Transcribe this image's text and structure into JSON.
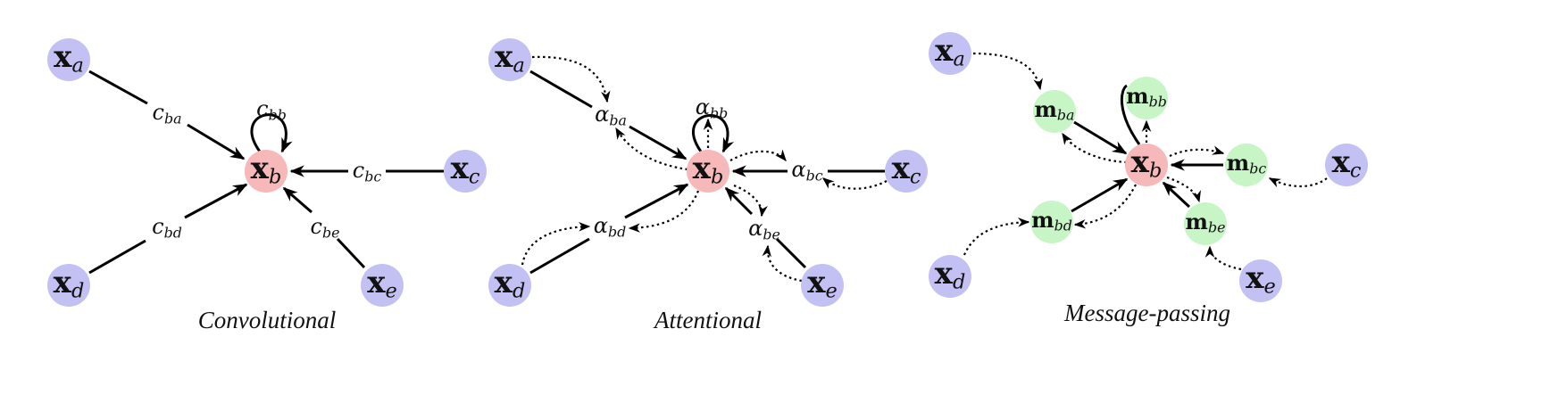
{
  "colors": {
    "input_node": "#c3c1f4",
    "center_node": "#f6b8b8",
    "message_node": "#c7f5c5"
  },
  "panels": [
    {
      "id": "convolutional",
      "caption": "Convolutional",
      "nodes": {
        "a": {
          "main": "x",
          "sub": "a"
        },
        "b": {
          "main": "x",
          "sub": "b"
        },
        "c": {
          "main": "x",
          "sub": "c"
        },
        "d": {
          "main": "x",
          "sub": "d"
        },
        "e": {
          "main": "x",
          "sub": "e"
        }
      },
      "edge_labels": {
        "ba": {
          "main": "c",
          "sub": "ba"
        },
        "bb": {
          "main": "c",
          "sub": "bb"
        },
        "bc": {
          "main": "c",
          "sub": "bc"
        },
        "bd": {
          "main": "c",
          "sub": "bd"
        },
        "be": {
          "main": "c",
          "sub": "be"
        }
      }
    },
    {
      "id": "attentional",
      "caption": "Attentional",
      "nodes": {
        "a": {
          "main": "x",
          "sub": "a"
        },
        "b": {
          "main": "x",
          "sub": "b"
        },
        "c": {
          "main": "x",
          "sub": "c"
        },
        "d": {
          "main": "x",
          "sub": "d"
        },
        "e": {
          "main": "x",
          "sub": "e"
        }
      },
      "edge_labels": {
        "ba": {
          "main": "α",
          "sub": "ba"
        },
        "bb": {
          "main": "α",
          "sub": "bb"
        },
        "bc": {
          "main": "α",
          "sub": "bc"
        },
        "bd": {
          "main": "α",
          "sub": "bd"
        },
        "be": {
          "main": "α",
          "sub": "be"
        }
      }
    },
    {
      "id": "message-passing",
      "caption": "Message-passing",
      "nodes": {
        "a": {
          "main": "x",
          "sub": "a"
        },
        "b": {
          "main": "x",
          "sub": "b"
        },
        "c": {
          "main": "x",
          "sub": "c"
        },
        "d": {
          "main": "x",
          "sub": "d"
        },
        "e": {
          "main": "x",
          "sub": "e"
        }
      },
      "messages": {
        "ba": {
          "main": "m",
          "sub": "ba"
        },
        "bb": {
          "main": "m",
          "sub": "bb"
        },
        "bc": {
          "main": "m",
          "sub": "bc"
        },
        "bd": {
          "main": "m",
          "sub": "bd"
        },
        "be": {
          "main": "m",
          "sub": "be"
        }
      }
    }
  ]
}
